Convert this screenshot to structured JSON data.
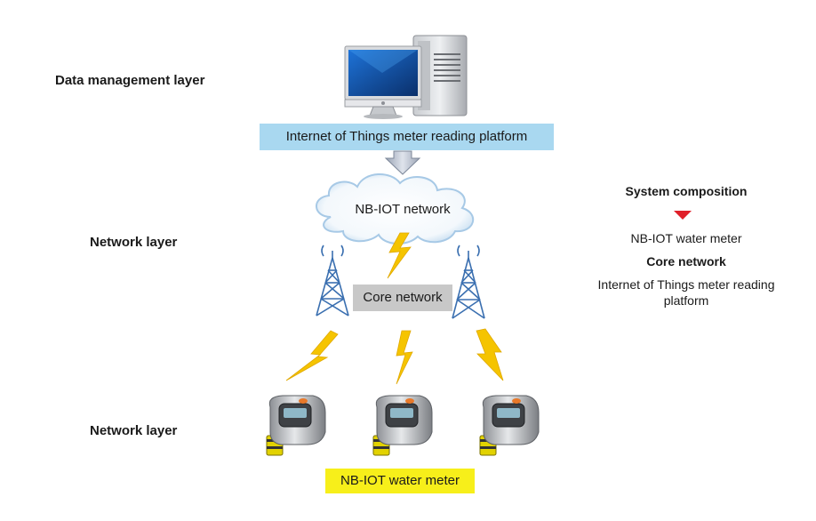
{
  "layers": {
    "data_management": "Data management layer",
    "network_1": "Network layer",
    "network_2": "Network layer"
  },
  "platform_label": "Internet of Things meter reading platform",
  "cloud_label": "NB-IOT network",
  "core_label": "Core network",
  "meter_label": "NB-IOT water meter",
  "composition": {
    "title": "System composition",
    "items": [
      "NB-IOT water meter",
      "Core network",
      "Internet of Things meter reading platform"
    ]
  },
  "colors": {
    "platform_box": "#a9d8f0",
    "core_box": "#c8c8c8",
    "meter_box": "#f7ef1a",
    "lightning": "#f5c400",
    "marker": "#e0202a",
    "tower": "#3a6fb0"
  },
  "icons": [
    "computer-icon",
    "cloud-icon",
    "tower-icon",
    "lightning-icon",
    "water-meter-icon",
    "arrow-down-icon"
  ]
}
